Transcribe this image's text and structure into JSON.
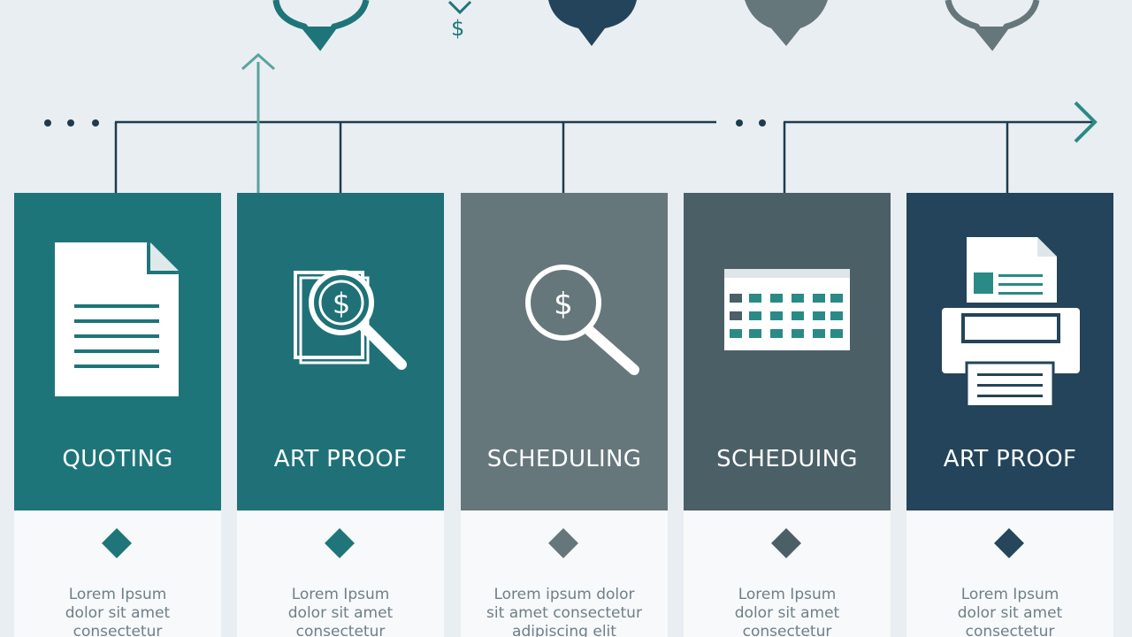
{
  "palette": {
    "teal": "#1e7579",
    "teal_dark": "#1f7177",
    "gray": "#66777b",
    "slate": "#4b5f67",
    "navy": "#23445a",
    "background": "#e9eef3"
  },
  "top_markers": {
    "dollar_symbol": "$"
  },
  "stages": [
    {
      "title": "QUOTING",
      "icon": "document-icon",
      "body": "Lorem Ipsum\ndolor sit amet\nconsectetur"
    },
    {
      "title": "ART PROOF",
      "icon": "magnifier-dollar-icon",
      "body": "Lorem Ipsum\ndolor sit amet\nconsectetur"
    },
    {
      "title": "SCHEDULING",
      "icon": "magnifier-dollar-icon",
      "body": "Lorem ipsum dolor\nsit amet consectetur\nadipiscing elit"
    },
    {
      "title": "SCHEDUING",
      "icon": "calendar-icon",
      "body": "Lorem Ipsum\ndolor sit amet\nconsectetur"
    },
    {
      "title": "ART PROOF",
      "icon": "printer-icon",
      "body": "Lorem Ipsum\ndolor sit amet\nconsectetur"
    }
  ]
}
